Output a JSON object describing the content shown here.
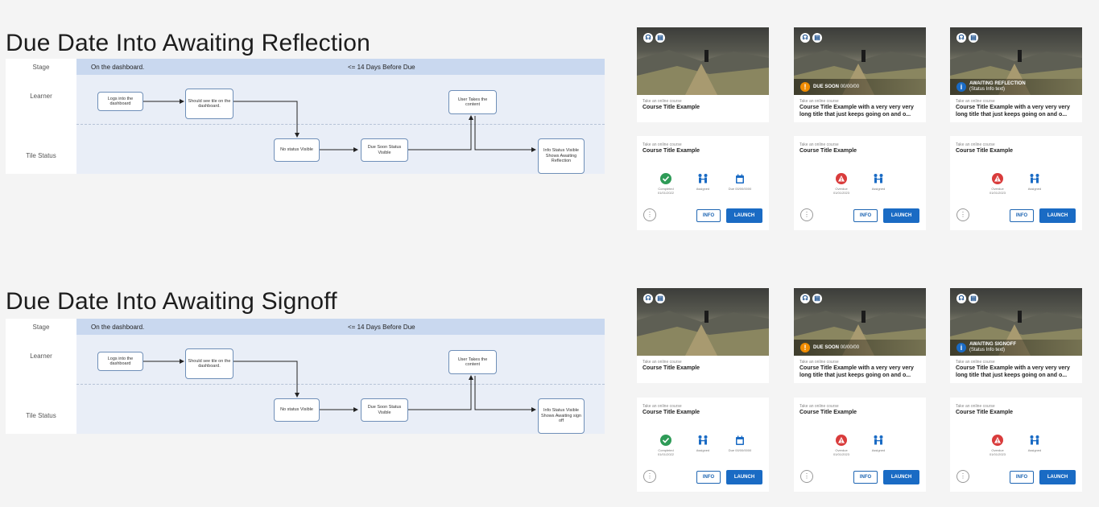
{
  "sections": [
    {
      "title": "Due Date Into Awaiting Reflection",
      "diagram": {
        "lanes": [
          "Stage",
          "Learner",
          "Tile Status"
        ],
        "stage_left": "On the dashboard.",
        "stage_right": "<= 14 Days Before Due",
        "nodes": [
          "Logs into the dashboard",
          "Should see tile on the dashboard.",
          "No status Visible",
          "Due Soon Status Visible",
          "User Takes the content",
          "Info Status Visible Shows Awaiting Reflection"
        ]
      },
      "cards_top": [
        {
          "subtitle": "Take an online course",
          "title": "Course Title Example"
        },
        {
          "status_label": "DUE SOON",
          "status_date": "00/00/00",
          "subtitle": "Take an online course",
          "title": "Course Title Example with a very very very long title that just keeps going on and o..."
        },
        {
          "status_label": "AWAITING REFLECTION",
          "status_info": "(Status Info text)",
          "subtitle": "Take an online course",
          "title": "Course Title Example with a very very very long title that just keeps going on and o..."
        }
      ],
      "cards_bottom": [
        {
          "subtitle": "Take an online course",
          "title": "Course Title Example",
          "stats": [
            "Completed 01/01/2022",
            "Assigned",
            "Due 00/00/0000"
          ]
        },
        {
          "subtitle": "Take an online course",
          "title": "Course Title Example",
          "stats": [
            "Overdue 01/01/2023",
            "Assigned"
          ]
        },
        {
          "subtitle": "Take an online course",
          "title": "Course Title Example",
          "stats": [
            "Overdue 01/01/2023",
            "Assigned"
          ]
        }
      ]
    },
    {
      "title": "Due Date Into Awaiting Signoff",
      "diagram": {
        "lanes": [
          "Stage",
          "Learner",
          "Tile Status"
        ],
        "stage_left": "On the dashboard.",
        "stage_right": "<= 14 Days Before Due",
        "nodes": [
          "Logs into the dashboard",
          "Should see tile on the dashboard.",
          "No status Visible",
          "Due Soon Status Visible",
          "User Takes the content",
          "Info Status Visible Shows Awaiting sign off"
        ]
      },
      "cards_top": [
        {
          "subtitle": "Take an online course",
          "title": "Course Title Example"
        },
        {
          "status_label": "DUE SOON",
          "status_date": "00/00/00",
          "subtitle": "Take an online course",
          "title": "Course Title Example with a very very very long title that just keeps going on and o..."
        },
        {
          "status_label": "AWAITING SIGNOFF",
          "status_info": "(Status Info text)",
          "subtitle": "Take an online course",
          "title": "Course Title Example with a very very very long title that just keeps going on and o..."
        }
      ],
      "cards_bottom": [
        {
          "subtitle": "Take an online course",
          "title": "Course Title Example",
          "stats": [
            "Completed 01/01/2022",
            "Assigned",
            "Due 00/00/0000"
          ]
        },
        {
          "subtitle": "Take an online course",
          "title": "Course Title Example",
          "stats": [
            "Overdue 01/01/2023",
            "Assigned"
          ]
        },
        {
          "subtitle": "Take an online course",
          "title": "Course Title Example",
          "stats": [
            "Overdue 01/01/2023",
            "Assigned"
          ]
        }
      ]
    }
  ],
  "buttons": {
    "info": "INFO",
    "launch": "LAUNCH",
    "kebab": "⋮"
  },
  "colors": {
    "accent": "#1a6bc4",
    "success": "#2e9b57",
    "warning": "#f08c00",
    "danger": "#d93c3c",
    "info": "#1a6bc4"
  },
  "icons": [
    "headphones-icon",
    "document-icon",
    "check-circle-icon",
    "assigned-icon",
    "calendar-icon",
    "alert-triangle-icon",
    "exclamation-icon",
    "info-icon",
    "kebab-icon"
  ]
}
